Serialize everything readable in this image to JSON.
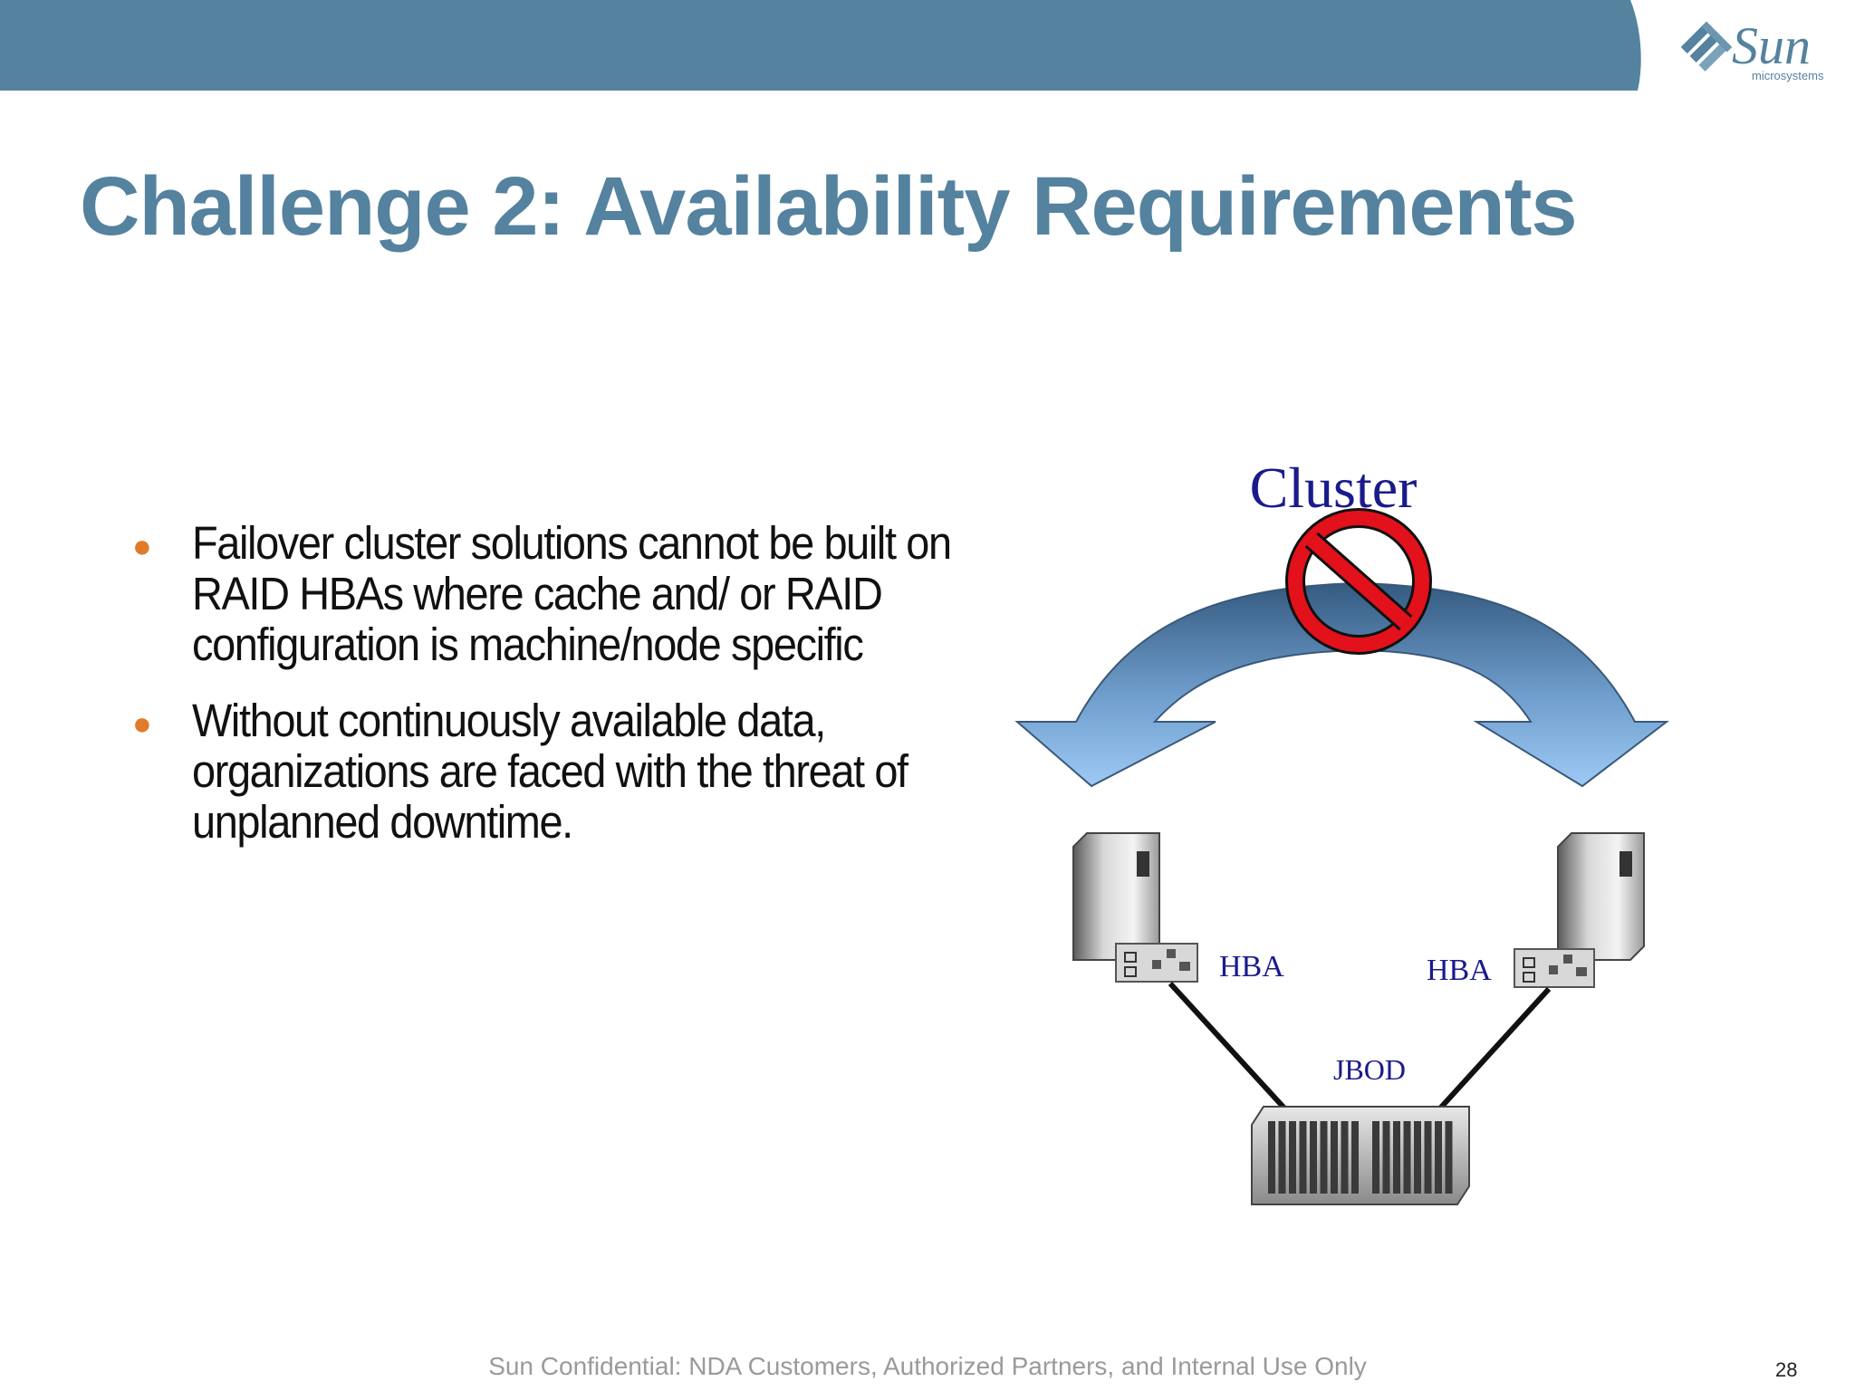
{
  "header": {
    "bar_color": "#54829f",
    "logo_text": "Sun",
    "logo_subtext": "microsystems"
  },
  "slide": {
    "title": "Challenge 2: Availability Requirements",
    "bullets": [
      {
        "text": "Failover cluster solutions cannot be built on RAID HBAs where cache and/ or RAID configuration is machine/node specific"
      },
      {
        "text": "Without continuously available data, organizations are faced with the threat of unplanned downtime."
      }
    ],
    "bullet_color": "#e07b29"
  },
  "diagram": {
    "cluster_label": "Cluster",
    "left_hba_label": "HBA",
    "right_hba_label": "HBA",
    "storage_label": "JBOD",
    "icons": [
      "curved-arrow-icon",
      "prohibition-sign-icon",
      "server-icon",
      "hba-card-icon",
      "jbod-storage-icon"
    ]
  },
  "footer": {
    "confidential": "Sun Confidential: NDA Customers, Authorized Partners, and Internal Use Only",
    "page_number": "28"
  }
}
